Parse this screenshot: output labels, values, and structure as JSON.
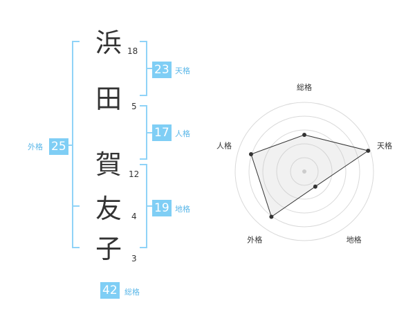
{
  "name": {
    "chars": [
      {
        "char": "浜",
        "strokes": "18"
      },
      {
        "char": "田",
        "strokes": "5"
      },
      {
        "char": "賀",
        "strokes": "12"
      },
      {
        "char": "友",
        "strokes": "4"
      },
      {
        "char": "子",
        "strokes": "3"
      }
    ]
  },
  "fortunes": {
    "tenkaku": {
      "value": "23",
      "label": "天格"
    },
    "jinkaku": {
      "value": "17",
      "label": "人格"
    },
    "chikaku": {
      "value": "19",
      "label": "地格"
    },
    "gaikaku": {
      "value": "25",
      "label": "外格"
    },
    "soukaku": {
      "value": "42",
      "label": "総格"
    }
  },
  "colors": {
    "accent": "#7fcef5",
    "label": "#5bb7e8",
    "bracket": "#8fd3f7"
  },
  "chart_data": {
    "type": "radar",
    "axes": [
      "総格",
      "天格",
      "地格",
      "外格",
      "人格"
    ],
    "values": [
      0.53,
      0.97,
      0.27,
      0.81,
      0.81
    ],
    "rings": 5
  }
}
